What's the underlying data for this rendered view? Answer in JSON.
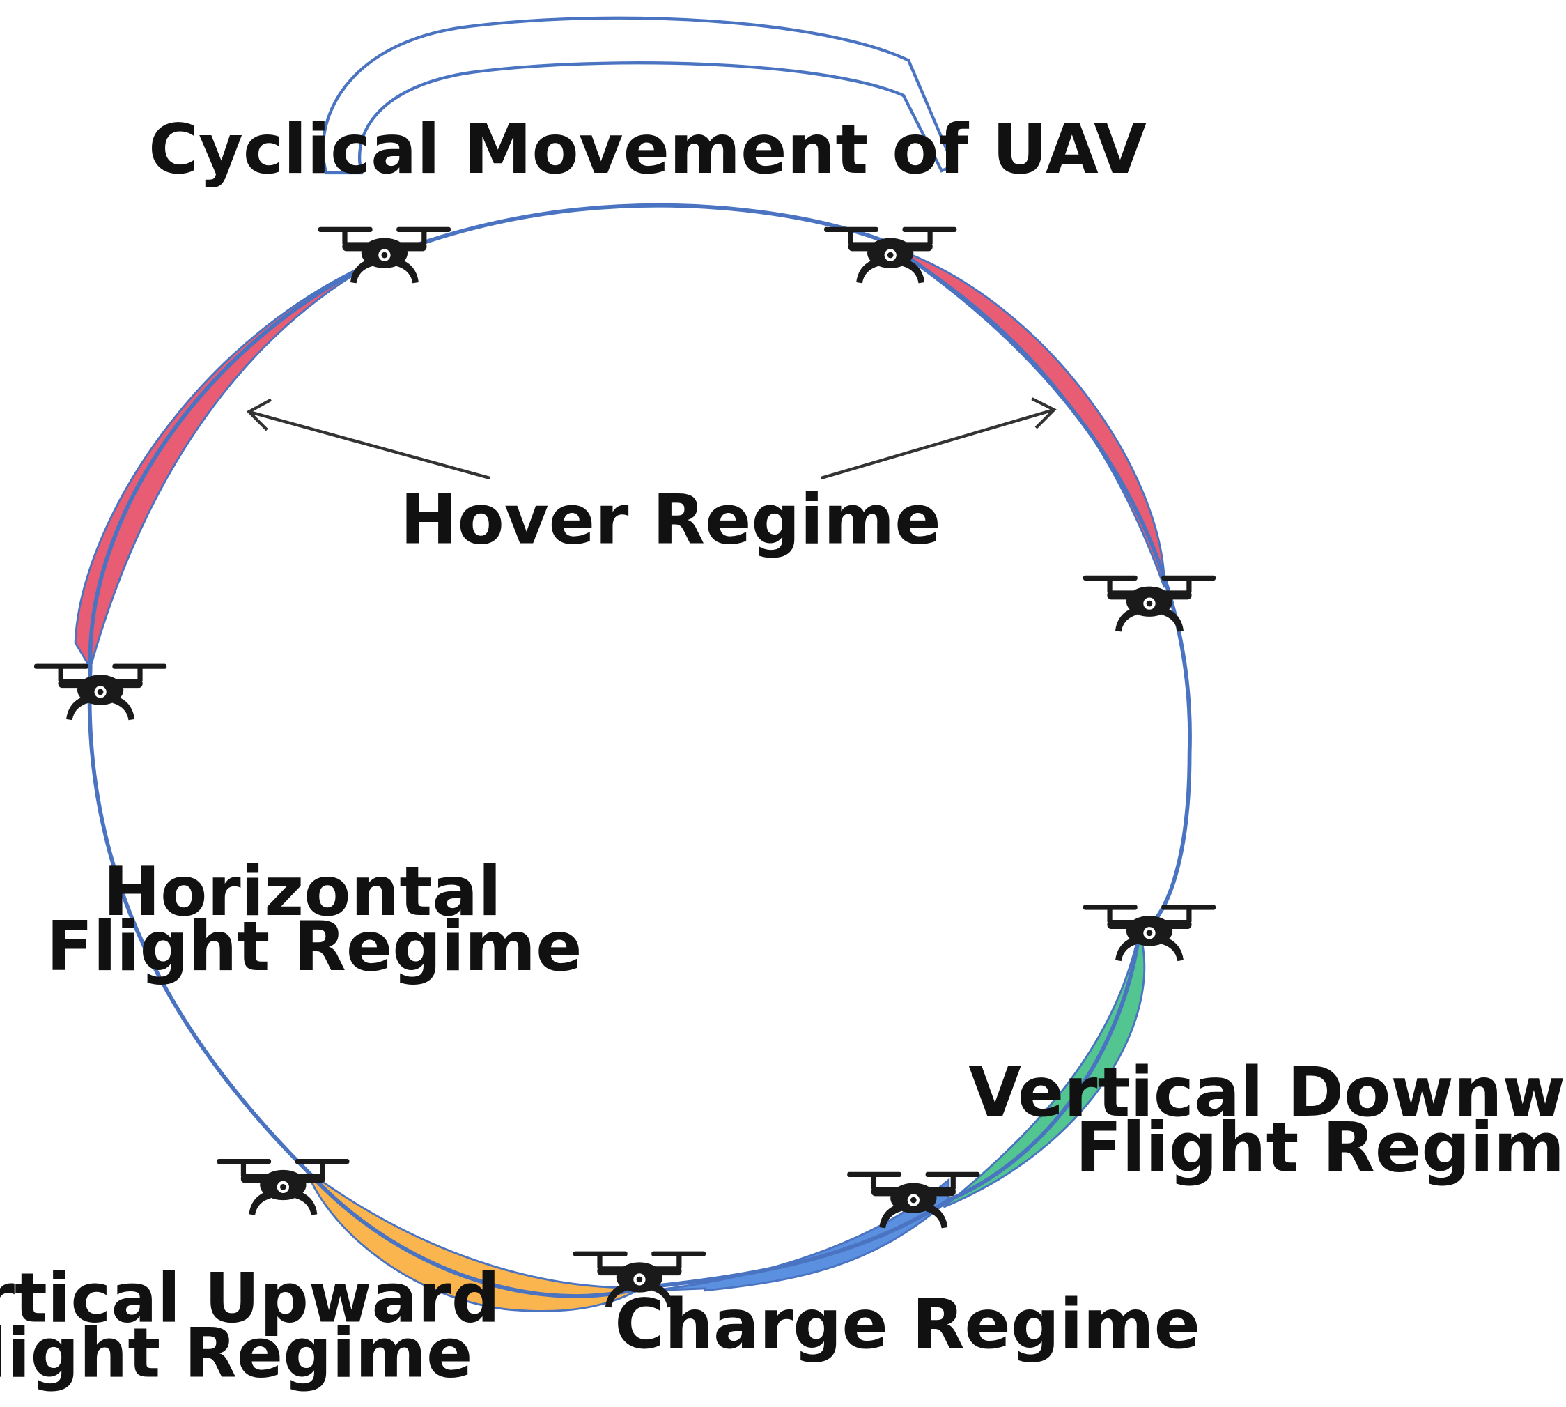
{
  "title": "Cyclical Movement of UAV",
  "labels": {
    "hover": "Hover Regime",
    "horizontal": [
      "Horizontal",
      "Flight Regime"
    ],
    "vertical_downward": [
      "Vertical Downward",
      "Flight Regime"
    ],
    "charge": "Charge Regime",
    "vertical_upward": [
      "Vertical Upward",
      "Flight Regime"
    ]
  },
  "colors": {
    "cycle_line": "#4a74c2",
    "hover_band": "#e85d73",
    "vertical_downward_band": "#52c590",
    "charge_band": "#5b8fdf",
    "vertical_upward_band": "#fbb54f",
    "drone": "#1a1a1a",
    "pointer_arrow": "#333333"
  },
  "icons": {
    "drone": "quadcopter-drone-icon"
  }
}
